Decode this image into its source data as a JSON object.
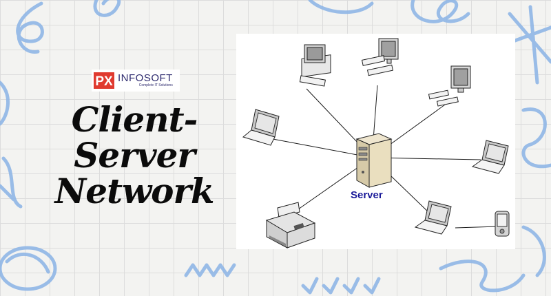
{
  "logo": {
    "brand": "INFOSOFT",
    "tagline": "Complete IT Solutions"
  },
  "headline": {
    "line1": "Client-",
    "line2": "Server",
    "line3": "Network"
  },
  "diagram": {
    "server_label": "Server"
  },
  "colors": {
    "accent": "#8fb6e6",
    "logo_red": "#e03a2f",
    "logo_navy": "#2d2a6e",
    "server_label": "#1a1a99"
  },
  "icons": [
    "desktop-computer-icon",
    "laptop-icon",
    "server-icon",
    "printer-icon",
    "pda-icon"
  ]
}
